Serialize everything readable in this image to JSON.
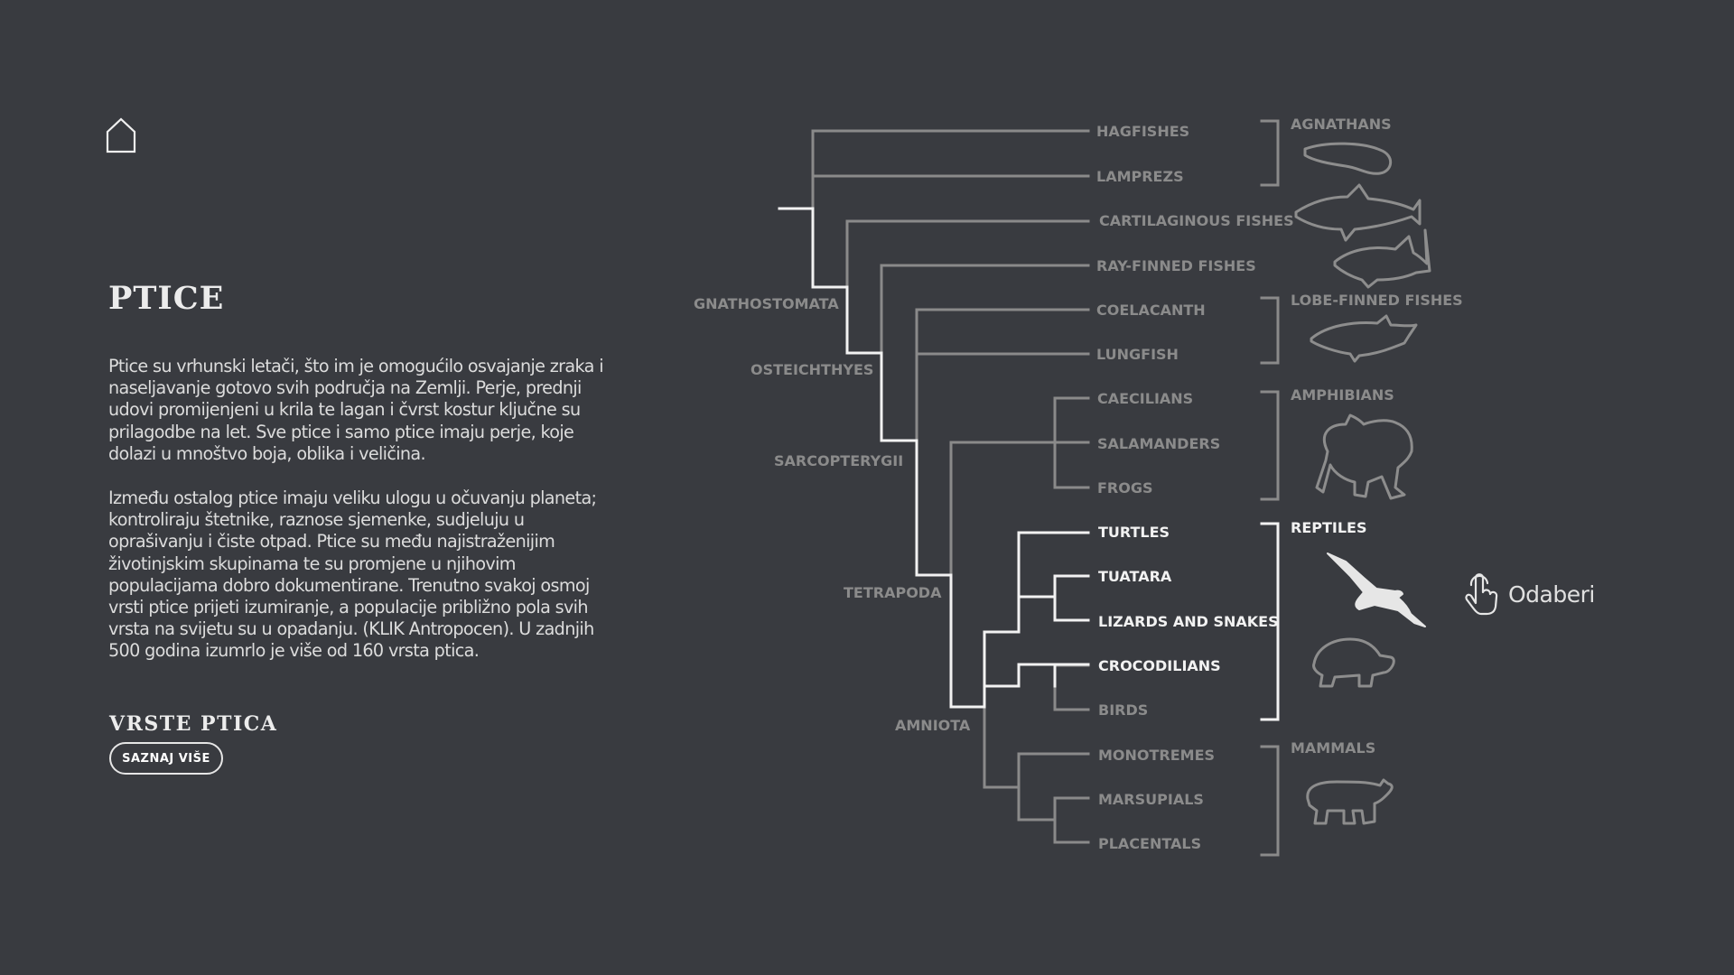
{
  "page": {
    "title": "PTICE",
    "paragraphs": [
      "Ptice su vrhunski letači, što im je omogućilo osvajanje zraka i naseljavanje gotovo svih područja na Zemlji. Perje, prednji udovi promijenjeni u krila te lagan i čvrst kostur ključne su prilagodbe na let. Sve ptice i samo ptice imaju perje, koje dolazi u mnoštvo boja, oblika i veličina.",
      "Između ostalog ptice imaju veliku ulogu u očuvanju planeta; kontroliraju štetnike, raznose sjemenke, sudjeluju u oprašivanju i čiste otpad. Ptice su među najistraženijim životinjskim skupinama te su promjene u njihovim populacijama dobro dokumentirane. Trenutno svakoj osmoj vrsti ptice prijeti izumiranje, a populacije približno  pola svih vrsta na svijetu su u opadanju. (KLIK Antropocen). U zadnjih 500 godina izumrlo je više od 160 vrsta ptica."
    ],
    "section_title": "VRSTE PTICA",
    "more_button": "SAZNAJ VIŠE",
    "home_icon": "home-icon"
  },
  "tree": {
    "taxa": [
      "HAGFISHES",
      "LAMPREZS",
      "CARTILAGINOUS FISHES",
      "RAY-FINNED FISHES",
      "COELACANTH",
      "LUNGFISH",
      "CAECILIANS",
      "SALAMANDERS",
      "FROGS",
      "TURTLES",
      "TUATARA",
      "LIZARDS AND SNAKES",
      "CROCODILIANS",
      "BIRDS",
      "MONOTREMES",
      "MARSUPIALS",
      "PLACENTALS"
    ],
    "highlighted_taxa": [
      "TURTLES",
      "TUATARA",
      "LIZARDS AND SNAKES",
      "CROCODILIANS"
    ],
    "clades": [
      "GNATHOSTOMATA",
      "OSTEICHTHYES",
      "SARCOPTERYGII",
      "TETRAPODA",
      "AMNIOTA"
    ],
    "groups": [
      "AGNATHANS",
      "LOBE-FINNED FISHES",
      "AMPHIBIANS",
      "REPTILES",
      "MAMMALS"
    ],
    "highlighted_group": "REPTILES",
    "icons": [
      "lamprey-icon",
      "shark-icon",
      "fish-icon",
      "coelacanth-icon",
      "frog-icon",
      "bird-icon",
      "turtle-icon",
      "bear-icon"
    ],
    "colors": {
      "active": "#f2f2f2",
      "muted": "#8a8a8a",
      "background": "#393b40"
    }
  },
  "select_hint": {
    "label": "Odaberi",
    "icon": "tap-hand-icon"
  }
}
